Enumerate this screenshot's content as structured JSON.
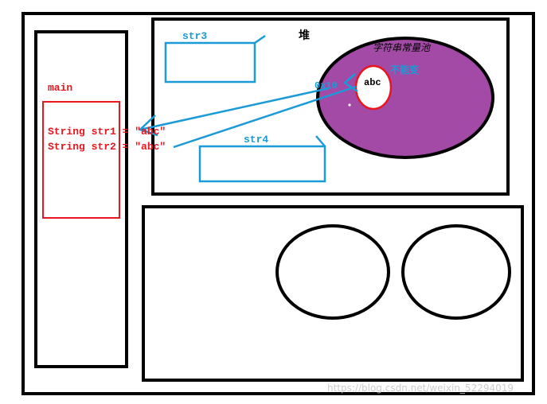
{
  "labels": {
    "main": "main",
    "str3": "str3",
    "str4": "str4",
    "heap": "堆",
    "pool": "字符串常量池",
    "pool_value": "abc",
    "immutable": "不能变",
    "address": "0x10"
  },
  "code": {
    "line1": "String str1 = \"abc\"",
    "line2": "String str2 = \"abc\""
  },
  "watermark": "https://blog.csdn.net/weixin_52294019",
  "colors": {
    "black": "#000000",
    "red": "#e8161e",
    "blue": "#1a9ad6",
    "purple": "#a34aa6",
    "watermark": "#c8c8c8"
  }
}
